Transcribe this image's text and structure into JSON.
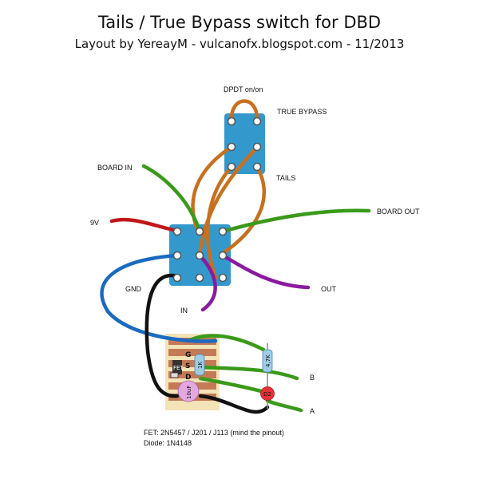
{
  "header": {
    "title": "Tails / True Bypass switch for DBD",
    "subtitle": "Layout by YereayM - vulcanofx.blogspot.com - 11/2013"
  },
  "labels": {
    "dpdt": "DPDT on/on",
    "true_bypass": "TRUE BYPASS",
    "tails": "TAILS",
    "board_in": "BOARD IN",
    "board_out": "BOARD OUT",
    "nine_v": "9V",
    "gnd": "GND",
    "in": "IN",
    "out": "OUT",
    "b": "B",
    "a": "A"
  },
  "board": {
    "pins": [
      "G",
      "S",
      "D"
    ],
    "fet_label": "FET",
    "resistor_1k": "1K",
    "resistor_4k7": "4,7K",
    "capacitor": "10uF",
    "diode": "D2"
  },
  "notes": {
    "fet": "FET: 2N5457 / J201 / J113 (mind the pinout)",
    "diode": "Diode: 1N4148"
  },
  "colors": {
    "switch_body": "#3399cc",
    "wire_orange": "#c8701e",
    "wire_green": "#3a9a1a",
    "wire_blue": "#1a6ac0",
    "wire_red": "#c01818",
    "wire_purple": "#8a1aa0",
    "wire_black": "#111111",
    "stripboard": "#f3e3b6",
    "strip": "#c57a56"
  }
}
